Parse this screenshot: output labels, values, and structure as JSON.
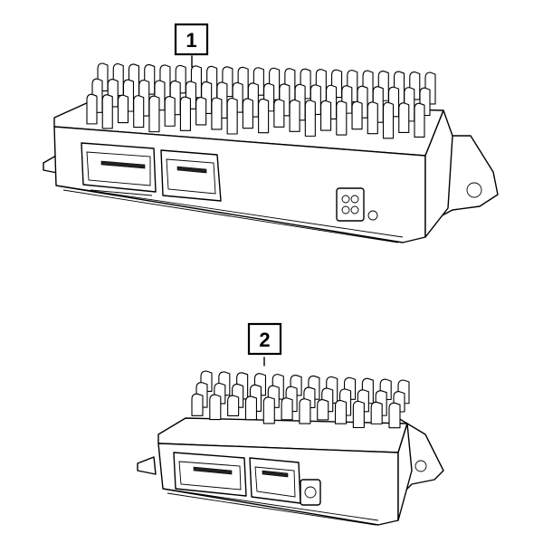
{
  "callouts": [
    {
      "label": "1",
      "part": "module-large"
    },
    {
      "label": "2",
      "part": "module-small"
    }
  ],
  "colors": {
    "line": "#000000",
    "background": "#ffffff"
  }
}
